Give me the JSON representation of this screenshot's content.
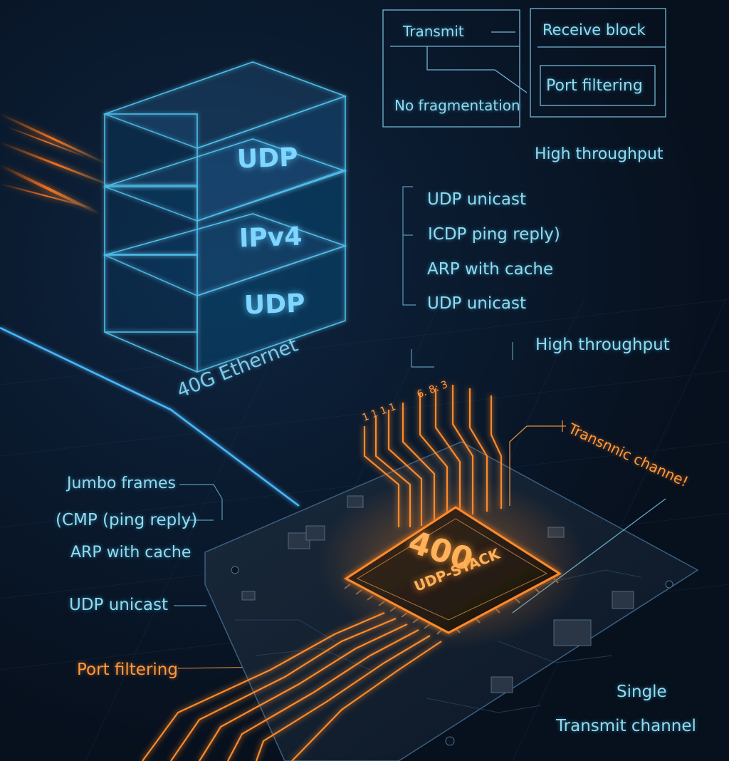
{
  "stack": {
    "layers": [
      "UDP",
      "IPv4",
      "UDP"
    ],
    "base_label": "40G Ethernet"
  },
  "top_diagram": {
    "transmit": "Transmit",
    "receive_block": "Receive block",
    "port_filtering": "Port filtering",
    "no_fragmentation": "No fragmentation"
  },
  "right_labels": {
    "high_throughput_1": "High throughput",
    "udp_unicast_1": "UDP unicast",
    "icmp_reply": "ICDP ping reply)",
    "arp_cache": "ARP with cache",
    "udp_unicast_2": "UDP unicast",
    "high_throughput_2": "High throughput"
  },
  "chip": {
    "number": "400",
    "name": "UDP-STACK",
    "pin_label_1": "6. 8: 3",
    "pin_label_2": "1 1 1 1"
  },
  "transmit_channel_tag": "Transnnic channe!",
  "left_labels": {
    "jumbo_frames": "Jumbo frames",
    "icmp_reply": "(CMP (ping reply)",
    "arp_cache": "ARP with cache",
    "udp_unicast": "UDP unicast",
    "port_filtering": "Port filtering"
  },
  "bottom_right": {
    "line1": "Single",
    "line2": "Transmit channel"
  },
  "colors": {
    "cyan": "#5ad2ff",
    "orange": "#ff8a2a",
    "background": "#07101d"
  }
}
